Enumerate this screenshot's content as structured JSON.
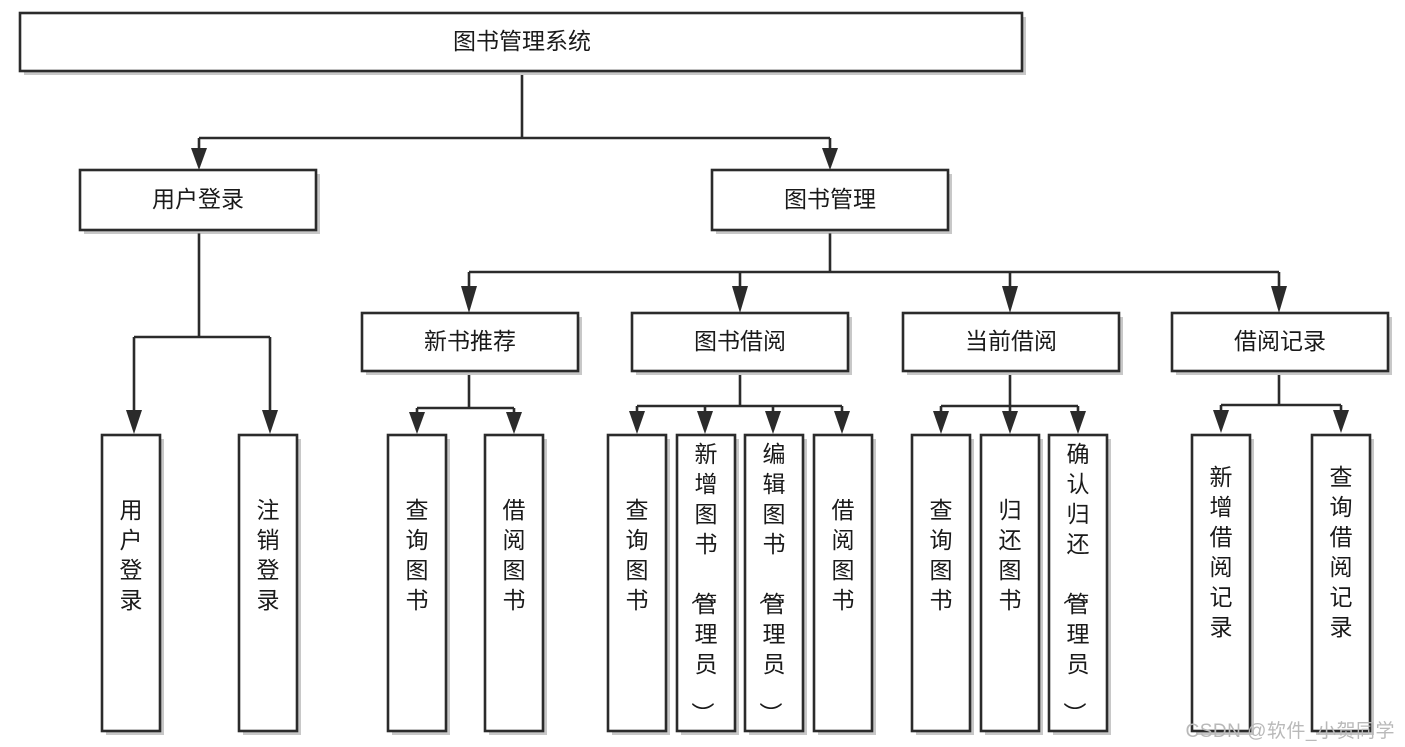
{
  "diagram": {
    "title": "图书管理系统",
    "type": "tree-hierarchy-chart",
    "watermark": "CSDN @软件_小贺同学",
    "colors": {
      "box_stroke": "#2b2b2b",
      "box_fill": "#ffffff",
      "connector": "#2b2b2b",
      "text": "#1a1a1a",
      "watermark": "#b9b9b9",
      "background": "#ffffff"
    },
    "levels": {
      "root": {
        "label": "图书管理系统",
        "orientation": "horizontal"
      },
      "level2": [
        {
          "id": "user-login",
          "label": "用户登录",
          "orientation": "horizontal"
        },
        {
          "id": "book-management",
          "label": "图书管理",
          "orientation": "horizontal"
        }
      ],
      "level3": [
        {
          "id": "new-book-recommend",
          "label": "新书推荐",
          "orientation": "horizontal",
          "parent": "book-management"
        },
        {
          "id": "book-borrow",
          "label": "图书借阅",
          "orientation": "horizontal",
          "parent": "book-management"
        },
        {
          "id": "current-borrow",
          "label": "当前借阅",
          "orientation": "horizontal",
          "parent": "book-management"
        },
        {
          "id": "borrow-record",
          "label": "借阅记录",
          "orientation": "horizontal",
          "parent": "book-management"
        }
      ],
      "leaves": [
        {
          "id": "leaf-user-login",
          "label": "用户登录",
          "orientation": "vertical",
          "parent": "user-login"
        },
        {
          "id": "leaf-user-logout",
          "label": "注销登录",
          "orientation": "vertical",
          "parent": "user-login"
        },
        {
          "id": "leaf-query-book-1",
          "label": "查询图书",
          "orientation": "vertical",
          "parent": "new-book-recommend"
        },
        {
          "id": "leaf-borrow-book-1",
          "label": "借阅图书",
          "orientation": "vertical",
          "parent": "new-book-recommend"
        },
        {
          "id": "leaf-query-book-2",
          "label": "查询图书",
          "orientation": "vertical",
          "parent": "book-borrow"
        },
        {
          "id": "leaf-add-book",
          "label": "新增图书（管理员）",
          "orientation": "vertical",
          "parent": "book-borrow"
        },
        {
          "id": "leaf-edit-book",
          "label": "编辑图书（管理员）",
          "orientation": "vertical",
          "parent": "book-borrow"
        },
        {
          "id": "leaf-borrow-book-2",
          "label": "借阅图书",
          "orientation": "vertical",
          "parent": "book-borrow"
        },
        {
          "id": "leaf-query-book-3",
          "label": "查询图书",
          "orientation": "vertical",
          "parent": "current-borrow"
        },
        {
          "id": "leaf-return-book",
          "label": "归还图书",
          "orientation": "vertical",
          "parent": "current-borrow"
        },
        {
          "id": "leaf-confirm-return",
          "label": "确认归还（管理员）",
          "orientation": "vertical",
          "parent": "current-borrow"
        },
        {
          "id": "leaf-add-record",
          "label": "新增借阅记录",
          "orientation": "vertical",
          "parent": "borrow-record"
        },
        {
          "id": "leaf-query-record",
          "label": "查询借阅记录",
          "orientation": "vertical",
          "parent": "borrow-record"
        }
      ]
    }
  }
}
